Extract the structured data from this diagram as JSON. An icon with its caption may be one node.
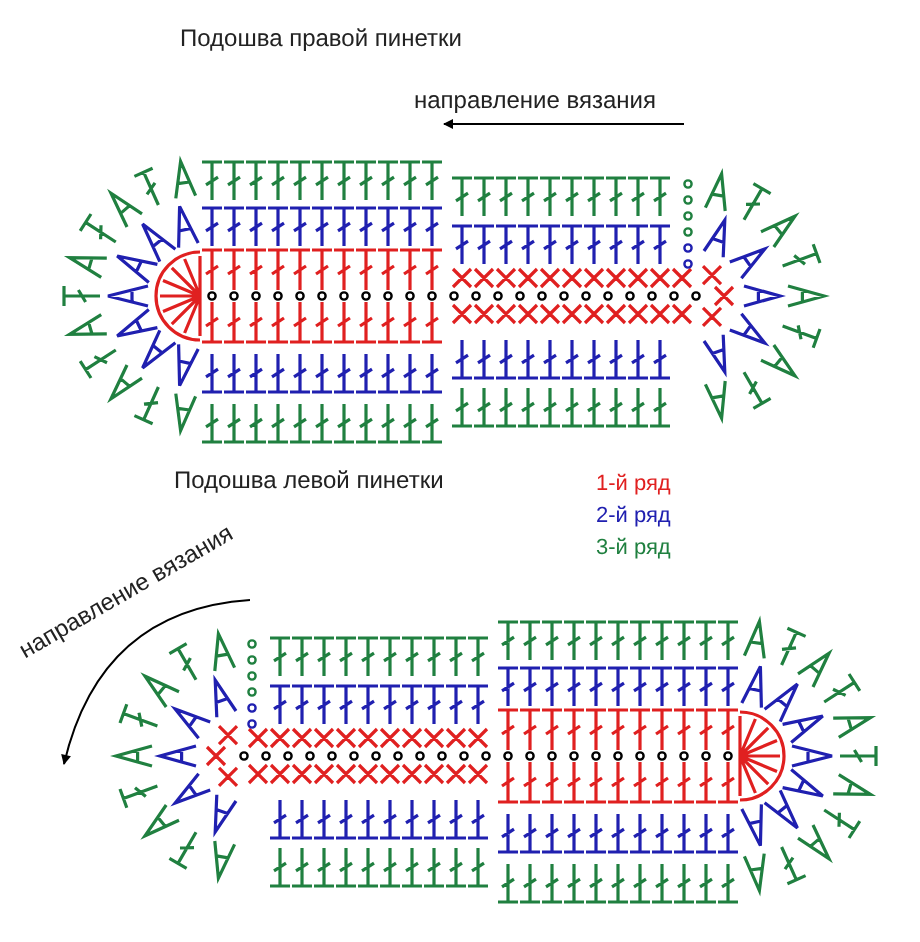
{
  "diagram": {
    "labels": [
      "Подошва правой пинетки",
      "направление вязания",
      "Подошва левой пинетки",
      "направление вязания"
    ],
    "legend": [
      {
        "text": "1-й ряд",
        "color": "#e02020"
      },
      {
        "text": "2-й ряд",
        "color": "#2020b0"
      },
      {
        "text": "3-й ряд",
        "color": "#208040"
      }
    ]
  }
}
